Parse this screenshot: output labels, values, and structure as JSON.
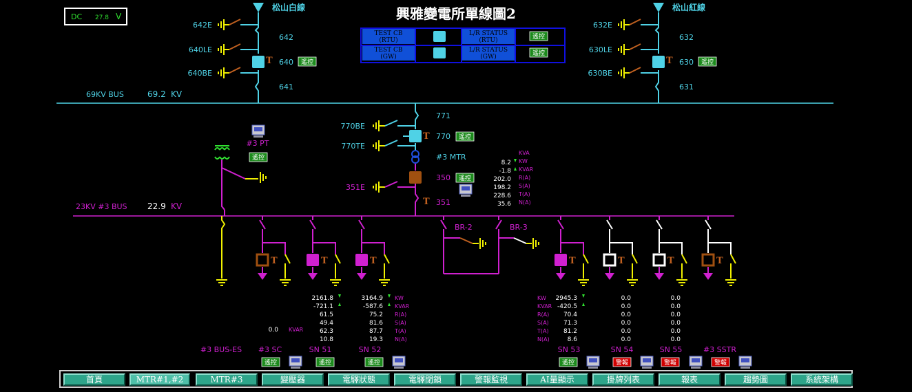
{
  "title": "興雅變電所單線圖2",
  "dc": {
    "label": "DC",
    "value": "27.8",
    "unit": "V"
  },
  "lines": {
    "left": "松山白線",
    "right": "松山紅線"
  },
  "control_label": "遙控",
  "alarm_label": "警報",
  "status_panel": {
    "rows": [
      {
        "name": "TEST CB\n(RTU)",
        "status": "L/R STATUS\n(RTU)"
      },
      {
        "name": "TEST CB\n(GW)",
        "status": "L/R STATUS\n(GW)"
      }
    ]
  },
  "left_feeder": {
    "ds_e": "642E",
    "ds_le": "640LE",
    "ds_be": "640BE",
    "sw1": "642",
    "cb": "640",
    "sw2": "641",
    "t": "T"
  },
  "right_feeder": {
    "ds_e": "632E",
    "ds_le": "630LE",
    "ds_be": "630BE",
    "sw1": "632",
    "cb": "630",
    "sw2": "631",
    "t": "T"
  },
  "bus69": {
    "label": "69KV BUS",
    "value": "69.2",
    "unit": "KV"
  },
  "mtr": {
    "sw": "771",
    "be": "770BE",
    "te": "770TE",
    "cb": "770",
    "name": "#3 MTR",
    "e351": "351E",
    "cb350": "350",
    "sw351": "351"
  },
  "pt": {
    "label": "#3 PT"
  },
  "bus23": {
    "label": "23KV #3 BUS",
    "value": "22.9",
    "unit": "KV"
  },
  "mtr_meas": {
    "labels": [
      "KVA",
      "KW",
      "KVAR",
      "R(A)",
      "S(A)",
      "T(A)",
      "N(A)"
    ],
    "values": [
      "",
      "8.2",
      "-1.8",
      "202.0",
      "198.2",
      "228.6",
      "35.6"
    ]
  },
  "br": {
    "br2": "BR-2",
    "br3": "BR-3"
  },
  "feeders": [
    {
      "name": "#3 BUS-ES"
    },
    {
      "name": "#3 SC",
      "kvar_label": "KVAR",
      "kvar": "0.0"
    },
    {
      "name": "SN 51",
      "values": [
        "2161.8",
        "-721.1",
        "61.5",
        "49.4",
        "62.3",
        "10.8"
      ]
    },
    {
      "name": "SN 52",
      "values": [
        "3164.9",
        "-587.6",
        "75.2",
        "81.6",
        "87.7",
        "19.3"
      ],
      "labels": [
        "KW",
        "KVAR",
        "R(A)",
        "S(A)",
        "T(A)",
        "N(A)"
      ]
    },
    {
      "name": "SN 53",
      "values": [
        "2945.3",
        "-420.5",
        "70.4",
        "71.3",
        "81.2",
        "8.6"
      ],
      "labels": [
        "KW",
        "KVAR",
        "R(A)",
        "S(A)",
        "T(A)",
        "N(A)"
      ]
    },
    {
      "name": "SN 54",
      "values": [
        "0.0",
        "0.0",
        "0.0",
        "0.0",
        "0.0",
        "0.0"
      ]
    },
    {
      "name": "SN 55",
      "values": [
        "0.0",
        "0.0",
        "0.0",
        "0.0",
        "0.0",
        "0.0"
      ]
    },
    {
      "name": "#3 SSTR"
    }
  ],
  "nav": [
    "首頁",
    "MTR#1,#2",
    "MTR#3",
    "變壓器",
    "電驛狀態",
    "電驛閉鎖",
    "警報監視",
    "AI量顯示",
    "掛牌列表",
    "報表",
    "趨勢圖",
    "系統架構"
  ],
  "colors": {
    "cyan": "#4fd2e6",
    "magenta": "#d020d0",
    "yellow": "#f0f000",
    "green": "#1c8a1c",
    "red": "#d00000",
    "brown": "#a05010",
    "nav": "#2ea58a"
  }
}
